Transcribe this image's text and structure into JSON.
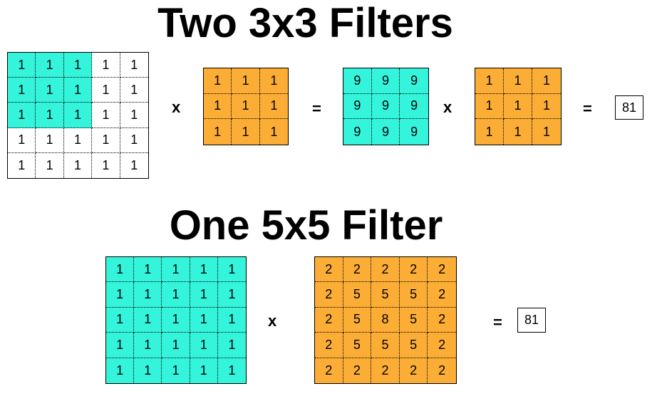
{
  "colors": {
    "teal": "#34F5DC",
    "orange": "#FBAD36",
    "white": "#FFFFFF"
  },
  "sections": {
    "top": {
      "title": "Two 3x3 Filters",
      "input_5x5": [
        [
          "1",
          "1",
          "1",
          "1",
          "1"
        ],
        [
          "1",
          "1",
          "1",
          "1",
          "1"
        ],
        [
          "1",
          "1",
          "1",
          "1",
          "1"
        ],
        [
          "1",
          "1",
          "1",
          "1",
          "1"
        ],
        [
          "1",
          "1",
          "1",
          "1",
          "1"
        ]
      ],
      "filter_a": [
        [
          "1",
          "1",
          "1"
        ],
        [
          "1",
          "1",
          "1"
        ],
        [
          "1",
          "1",
          "1"
        ]
      ],
      "intermediate": [
        [
          "9",
          "9",
          "9"
        ],
        [
          "9",
          "9",
          "9"
        ],
        [
          "9",
          "9",
          "9"
        ]
      ],
      "filter_b": [
        [
          "1",
          "1",
          "1"
        ],
        [
          "1",
          "1",
          "1"
        ],
        [
          "1",
          "1",
          "1"
        ]
      ],
      "op_mult_1": "x",
      "op_eq_1": "=",
      "op_mult_2": "x",
      "op_eq_2": "=",
      "result": "81"
    },
    "bottom": {
      "title": "One 5x5 Filter",
      "input_5x5": [
        [
          "1",
          "1",
          "1",
          "1",
          "1"
        ],
        [
          "1",
          "1",
          "1",
          "1",
          "1"
        ],
        [
          "1",
          "1",
          "1",
          "1",
          "1"
        ],
        [
          "1",
          "1",
          "1",
          "1",
          "1"
        ],
        [
          "1",
          "1",
          "1",
          "1",
          "1"
        ]
      ],
      "filter_5x5": [
        [
          "2",
          "2",
          "2",
          "2",
          "2"
        ],
        [
          "2",
          "5",
          "5",
          "5",
          "2"
        ],
        [
          "2",
          "5",
          "8",
          "5",
          "2"
        ],
        [
          "2",
          "5",
          "5",
          "5",
          "2"
        ],
        [
          "2",
          "2",
          "2",
          "2",
          "2"
        ]
      ],
      "op_mult": "x",
      "op_eq": "=",
      "result": "81"
    }
  }
}
